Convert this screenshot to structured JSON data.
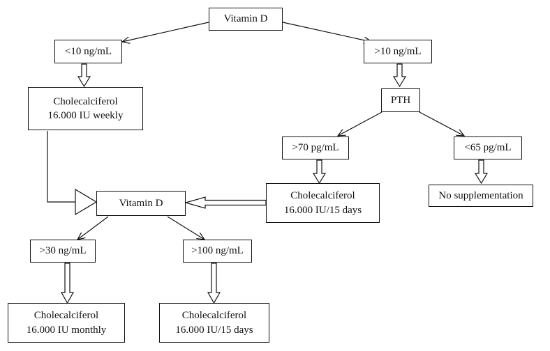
{
  "nodes": {
    "vitd_top": {
      "lines": [
        "Vitamin D"
      ]
    },
    "lt10": {
      "lines": [
        "<10 ng/mL"
      ]
    },
    "gt10": {
      "lines": [
        ">10 ng/mL"
      ]
    },
    "chol_weekly": {
      "lines": [
        "Cholecalciferol",
        "16.000 IU weekly"
      ]
    },
    "pth": {
      "lines": [
        "PTH"
      ]
    },
    "gt70": {
      "lines": [
        ">70 pg/mL"
      ]
    },
    "lt65": {
      "lines": [
        "<65 pg/mL"
      ]
    },
    "vitd_mid": {
      "lines": [
        "Vitamin D"
      ]
    },
    "chol_15days_a": {
      "lines": [
        "Cholecalciferol",
        "16.000 IU/15 days"
      ]
    },
    "no_supp": {
      "lines": [
        "No supplementation"
      ]
    },
    "gt30": {
      "lines": [
        ">30 ng/mL"
      ]
    },
    "gt100": {
      "lines": [
        ">100 ng/mL"
      ]
    },
    "chol_monthly": {
      "lines": [
        "Cholecalciferol",
        "16.000 IU monthly"
      ]
    },
    "chol_15days_b": {
      "lines": [
        "Cholecalciferol",
        "16.000 IU/15 days"
      ]
    }
  },
  "colors": {
    "stroke": "#111111",
    "background": "#ffffff"
  }
}
